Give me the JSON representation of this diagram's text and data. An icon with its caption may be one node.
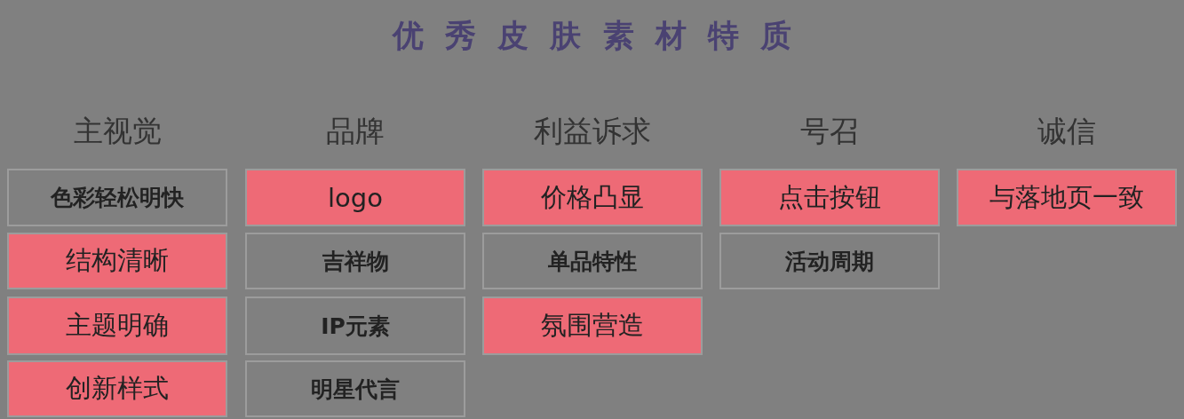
{
  "diagram": {
    "title": "优 秀 皮 肤 素 材 特 质",
    "nodes": [
      {
        "text": [
          "色彩轻松明快"
        ]
      },
      {
        "text": [
          "结构清晰"
        ]
      },
      {
        "text": [
          "主题明确"
        ]
      },
      {
        "text": [
          "创新样式"
        ]
      },
      {
        "text": [
          "logo"
        ]
      },
      {
        "text": [
          "吉祥物"
        ]
      },
      {
        "text": [
          "IP元素"
        ]
      },
      {
        "text": [
          "明星代言"
        ]
      },
      {
        "text": [
          "价格凸显"
        ]
      },
      {
        "text": [
          "单品特性"
        ]
      },
      {
        "text": [
          "氛围营造"
        ]
      },
      {
        "text": [
          "点击按钮"
        ]
      },
      {
        "text": [
          "活动周期"
        ]
      },
      {
        "text": [
          "与落地页一致"
        ]
      }
    ],
    "labels": [
      "主视觉",
      "品牌",
      "利益诉求",
      "号召",
      "诚信"
    ]
  }
}
